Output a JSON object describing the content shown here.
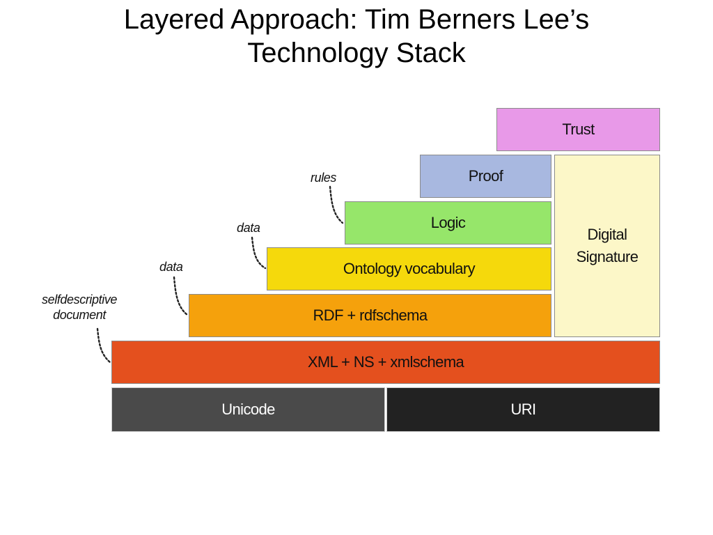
{
  "title": {
    "line1": "Layered Approach: Tim Berners Lee’s",
    "line2": "Technology Stack"
  },
  "layers": {
    "trust": {
      "label": "Trust",
      "color": "#E899E8"
    },
    "proof": {
      "label": "Proof",
      "color": "#A8B8E0"
    },
    "logic": {
      "label": "Logic",
      "color": "#96E66A"
    },
    "ontology": {
      "label": "Ontology vocabulary",
      "color": "#F5D90C"
    },
    "rdf": {
      "label": "RDF + rdfschema",
      "color": "#F5A10C"
    },
    "xml": {
      "label": "XML + NS + xmlschema",
      "color": "#E4501E"
    },
    "unicode": {
      "label": "Unicode",
      "color": "#4A4A4A"
    },
    "uri": {
      "label": "URI",
      "color": "#222222"
    },
    "signature": {
      "line1": "Digital",
      "line2": "Signature",
      "color": "#FCF7C8"
    }
  },
  "annotations": {
    "rules": "rules",
    "data_upper": "data",
    "data_lower": "data",
    "selfdescriptive_line1": "selfdescriptive",
    "selfdescriptive_line2": "document"
  }
}
